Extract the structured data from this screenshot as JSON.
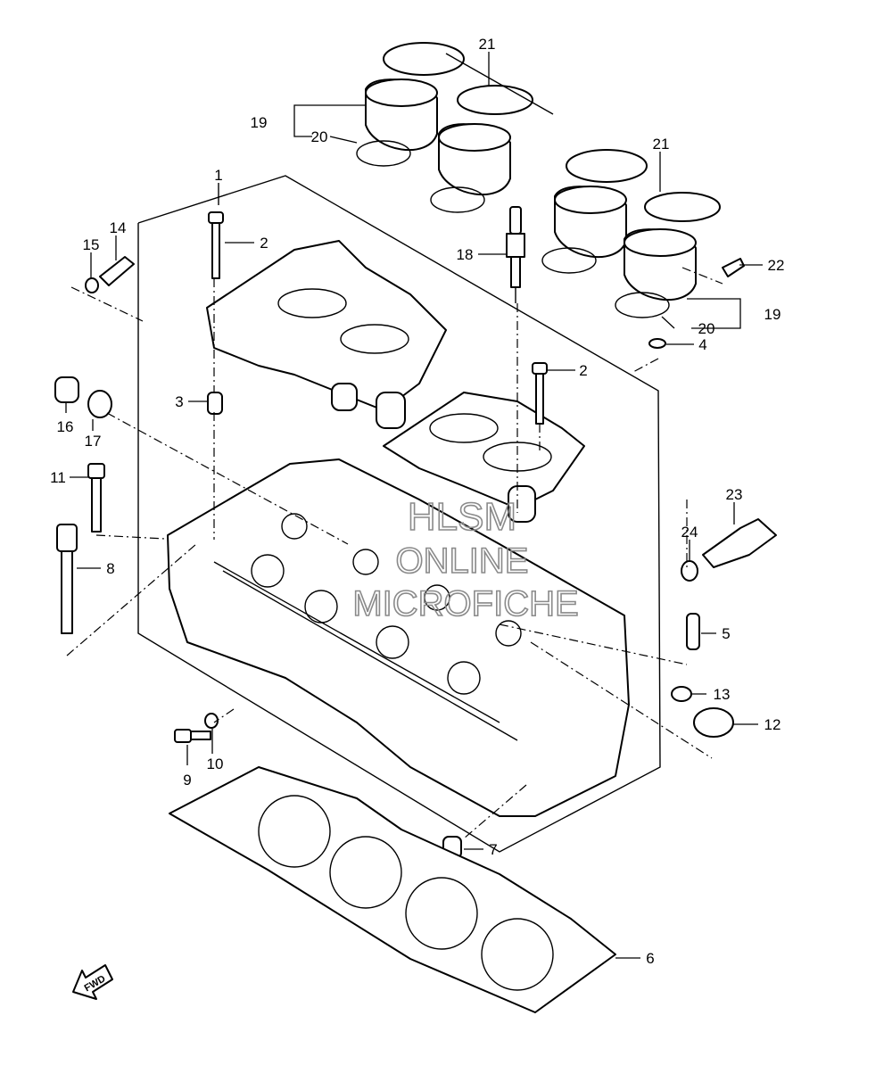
{
  "callouts": {
    "c1": "1",
    "c2a": "2",
    "c2b": "2",
    "c3": "3",
    "c4": "4",
    "c5": "5",
    "c6": "6",
    "c7": "7",
    "c8": "8",
    "c9": "9",
    "c10": "10",
    "c11": "11",
    "c12": "12",
    "c13": "13",
    "c14": "14",
    "c15": "15",
    "c16": "16",
    "c17": "17",
    "c18": "18",
    "c19a": "19",
    "c19b": "19",
    "c20a": "20",
    "c20b": "20",
    "c21a": "21",
    "c21b": "21",
    "c22": "22",
    "c23": "23",
    "c24": "24"
  },
  "watermark": {
    "line1": "HLSM",
    "line2": "ONLINE",
    "line3": "MICROFICHE"
  },
  "fwd_label": "FWD",
  "colors": {
    "ink": "#000000",
    "paper": "#ffffff",
    "watermark": "#8a8a8a"
  }
}
